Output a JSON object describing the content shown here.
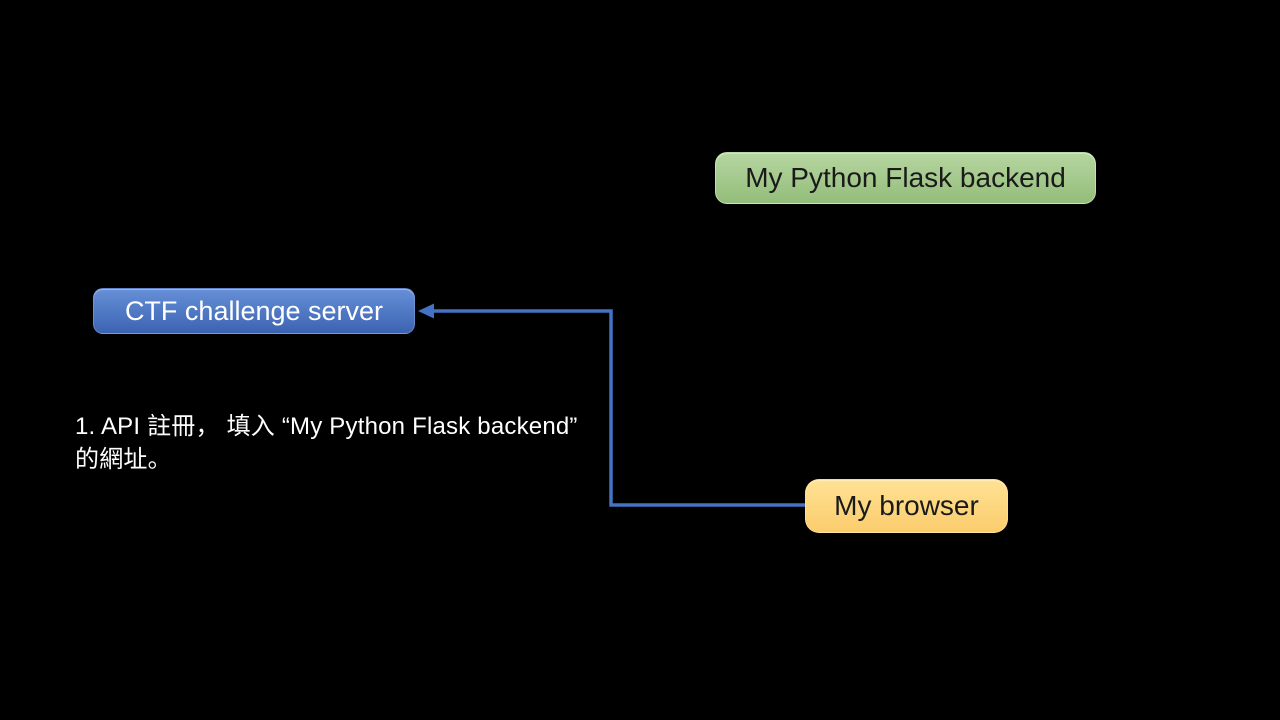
{
  "slide": {
    "background_color": "#000000"
  },
  "nodes": [
    {
      "id": "flask-backend",
      "label": "My Python Flask backend",
      "fill_top": "#B6D6A0",
      "fill_bottom": "#93BD7A",
      "text_color": "#1A1A1A"
    },
    {
      "id": "ctf-server",
      "label": "CTF challenge server",
      "fill_top": "#6690D8",
      "fill_bottom": "#3C63B2",
      "text_color": "#FFFFFF"
    },
    {
      "id": "my-browser",
      "label": "My browser",
      "fill_top": "#FFE294",
      "fill_bottom": "#FBCC6D",
      "text_color": "#1A1A1A"
    }
  ],
  "connector": {
    "from": "My browser",
    "to": "CTF challenge server",
    "color": "#4472C4"
  },
  "annotation": {
    "line1": "1. API 註冊， 填入  “My Python Flask backend”",
    "line2": "的網址。"
  }
}
